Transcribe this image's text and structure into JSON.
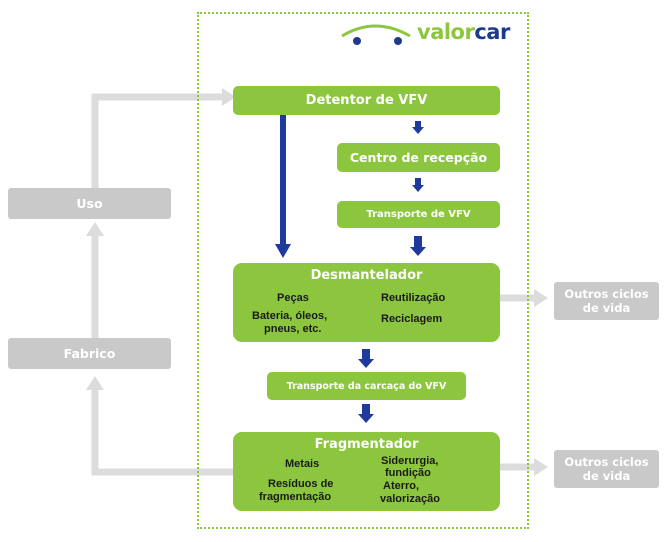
{
  "logo": {
    "part1": "valor",
    "part2": "car"
  },
  "boxes": {
    "detentor": "Detentor de VFV",
    "centro": "Centro de recepção",
    "transporte_vfv": "Transporte de VFV",
    "desmantelador": "Desmantelador",
    "transporte_carcaca": "Transporte da carcaça do VFV",
    "fragmentador": "Fragmentador",
    "uso": "Uso",
    "fabrico": "Fabrico",
    "outros1_line1": "Outros ciclos",
    "outros1_line2": "de vida",
    "outros2_line1": "Outros ciclos",
    "outros2_line2": "de vida"
  },
  "desmantelador_items": {
    "pecas": "Peças",
    "reutilizacao": "Reutilização",
    "bateria_line1": "Bateria, óleos,",
    "bateria_line2": "pneus, etc.",
    "reciclagem": "Reciclagem"
  },
  "fragmentador_items": {
    "metais": "Metais",
    "siderurgia_line1": "Siderurgia,",
    "siderurgia_line2": "fundição",
    "residuos_line1": "Resíduos de",
    "residuos_line2": "fragmentação",
    "aterro_line1": "Aterro,",
    "aterro_line2": "valorização"
  },
  "colors": {
    "green": "#8cc63f",
    "gray": "#c9c9c9",
    "blue_arrow": "#1e3a9c",
    "gray_line": "#dcdcdc"
  }
}
